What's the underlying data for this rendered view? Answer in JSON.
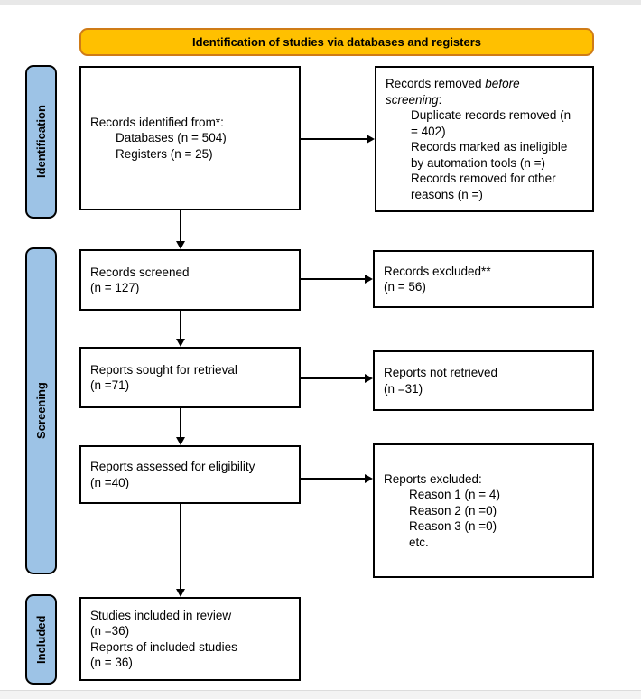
{
  "banner": {
    "text": "Identification of studies via databases and registers"
  },
  "stages": {
    "identification": "Identification",
    "screening": "Screening",
    "included": "Included"
  },
  "boxes": {
    "records_identified": {
      "title": "Records identified from*:",
      "items": [
        "Databases (n = 504)",
        "Registers (n = 25)"
      ]
    },
    "records_removed": {
      "line1_normal": "Records removed ",
      "line1_italic": "before",
      "line2_italic": "screening",
      "line2_normal": ":",
      "items": [
        "Duplicate records removed (n",
        "= 402)",
        "Records marked as ineligible",
        "by automation tools (n =)",
        "Records removed for other",
        "reasons (n =)"
      ]
    },
    "records_screened": {
      "lines": [
        "Records screened",
        "(n = 127)"
      ]
    },
    "records_excluded": {
      "lines": [
        "Records excluded**",
        "(n = 56)"
      ]
    },
    "reports_sought": {
      "lines": [
        "Reports sought for retrieval",
        "(n =71)"
      ]
    },
    "reports_not_retrieved": {
      "lines": [
        "Reports not retrieved",
        "(n =31)"
      ]
    },
    "reports_assessed": {
      "lines": [
        "Reports assessed for eligibility",
        "(n =40)"
      ]
    },
    "reports_excluded": {
      "title": "Reports excluded:",
      "items": [
        "Reason 1 (n = 4)",
        "Reason 2 (n =0)",
        "Reason 3 (n =0)",
        "etc."
      ]
    },
    "studies_included": {
      "lines": [
        "Studies included in review",
        "(n =36)",
        "Reports of included studies",
        "(n = 36)"
      ]
    }
  },
  "colors": {
    "banner_fill": "#FFC000",
    "banner_border": "#CF7B16",
    "stage_fill": "#9DC3E6",
    "stage_border": "#000000",
    "box_border": "#000000",
    "arrow": "#000000"
  }
}
